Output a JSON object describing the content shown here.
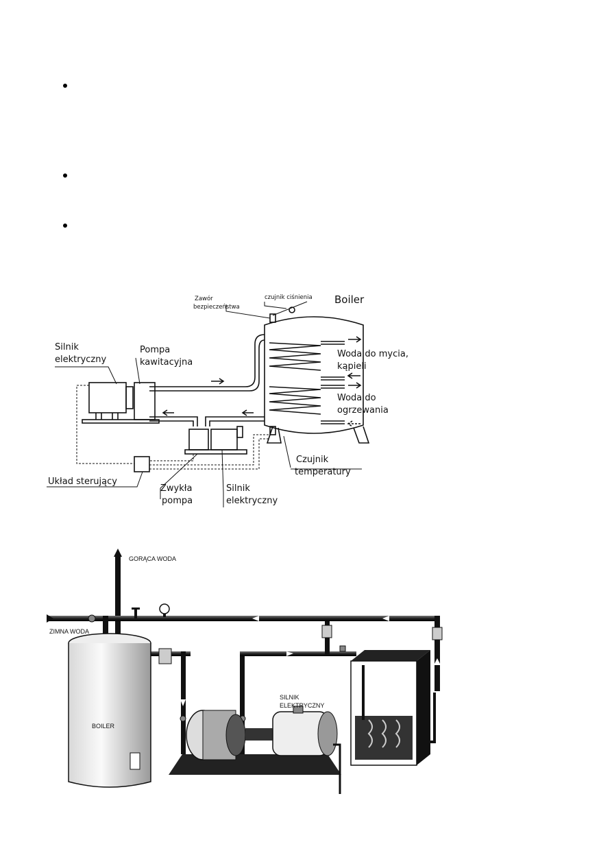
{
  "figure1": {
    "labels": {
      "zawor": [
        "Zawór",
        "bezpieczeństwa"
      ],
      "czujnik_cisnienia": "czujnik ciśnienia",
      "boiler": "Boiler",
      "silnik1": [
        "Silnik",
        "elektryczny"
      ],
      "pompa_kaw": [
        "Pompa",
        "kawitacyjna"
      ],
      "woda_mycia": [
        "Woda do mycia,",
        "kąpieli"
      ],
      "woda_ogrz": [
        "Woda do",
        "ogrzewania"
      ],
      "czujnik_temp": [
        "Czujnik",
        "temperatury"
      ],
      "uklad": "Układ sterujący",
      "zwykla": [
        "Zwykła",
        "pompa"
      ],
      "silnik2": [
        "Silnik",
        "elektryczny"
      ]
    }
  },
  "figure2": {
    "labels": {
      "goraca": "GORĄCA WODA",
      "zimna": "ZIMNA WODA",
      "boiler": "BOILER",
      "silnik": [
        "SILNIK",
        "ELEKTRYCZNY"
      ]
    }
  }
}
